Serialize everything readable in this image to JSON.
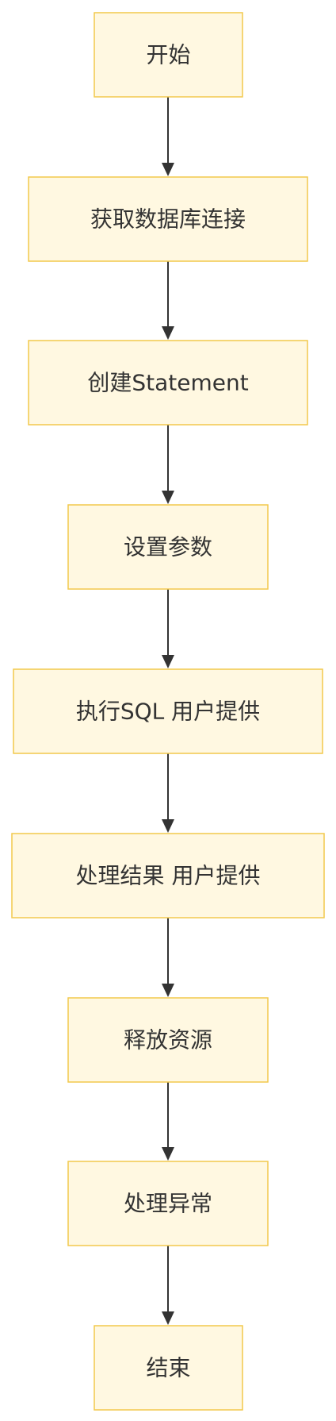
{
  "diagram": {
    "type": "flowchart",
    "direction": "top-to-bottom",
    "colors": {
      "node_fill": "#fff8e1",
      "node_border": "#f2c94c",
      "text": "#333333",
      "edge": "#333333"
    },
    "nodes": [
      {
        "id": "start",
        "label": "开始"
      },
      {
        "id": "get-connection",
        "label": "获取数据库连接"
      },
      {
        "id": "create-statement",
        "label": "创建Statement"
      },
      {
        "id": "set-params",
        "label": "设置参数"
      },
      {
        "id": "execute-sql",
        "label": "执行SQL 用户提供"
      },
      {
        "id": "process-result",
        "label": "处理结果 用户提供"
      },
      {
        "id": "release-resources",
        "label": "释放资源"
      },
      {
        "id": "handle-exception",
        "label": "处理异常"
      },
      {
        "id": "end",
        "label": "结束"
      }
    ],
    "edges": [
      {
        "from": "start",
        "to": "get-connection"
      },
      {
        "from": "get-connection",
        "to": "create-statement"
      },
      {
        "from": "create-statement",
        "to": "set-params"
      },
      {
        "from": "set-params",
        "to": "execute-sql"
      },
      {
        "from": "execute-sql",
        "to": "process-result"
      },
      {
        "from": "process-result",
        "to": "release-resources"
      },
      {
        "from": "release-resources",
        "to": "handle-exception"
      },
      {
        "from": "handle-exception",
        "to": "end"
      }
    ]
  }
}
